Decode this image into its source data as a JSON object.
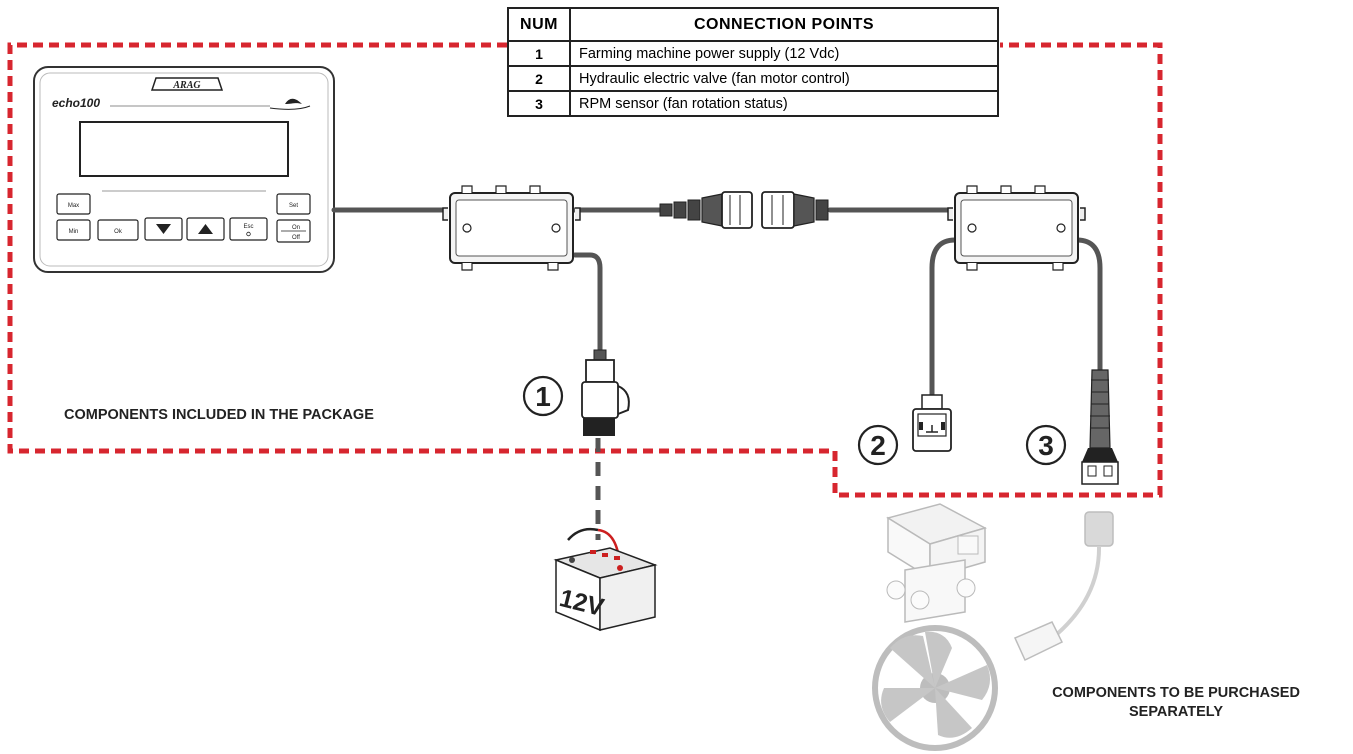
{
  "table": {
    "header_num": "NUM",
    "header_points": "CONNECTION POINTS",
    "rows": [
      {
        "num": "1",
        "text": "Farming machine power supply (12 Vdc)"
      },
      {
        "num": "2",
        "text": "Hydraulic electric valve (fan motor control)"
      },
      {
        "num": "3",
        "text": "RPM sensor (fan rotation status)"
      }
    ]
  },
  "device": {
    "brand": "ARAG",
    "model": "echo100",
    "buttons": {
      "max": "Max",
      "min": "Min",
      "ok": "Ok",
      "esc": "Esc",
      "set": "Set",
      "on": "On",
      "off": "Off"
    }
  },
  "markers": {
    "one": "1",
    "two": "2",
    "three": "3"
  },
  "battery_label": "12V",
  "labels": {
    "included": "COMPONENTS INCLUDED IN THE PACKAGE",
    "separate_line1": "COMPONENTS TO BE PURCHASED",
    "separate_line2": "SEPARATELY"
  },
  "colors": {
    "dashed_border": "#d7262f",
    "cable": "#555555",
    "accent_red": "#cc1f1f"
  }
}
